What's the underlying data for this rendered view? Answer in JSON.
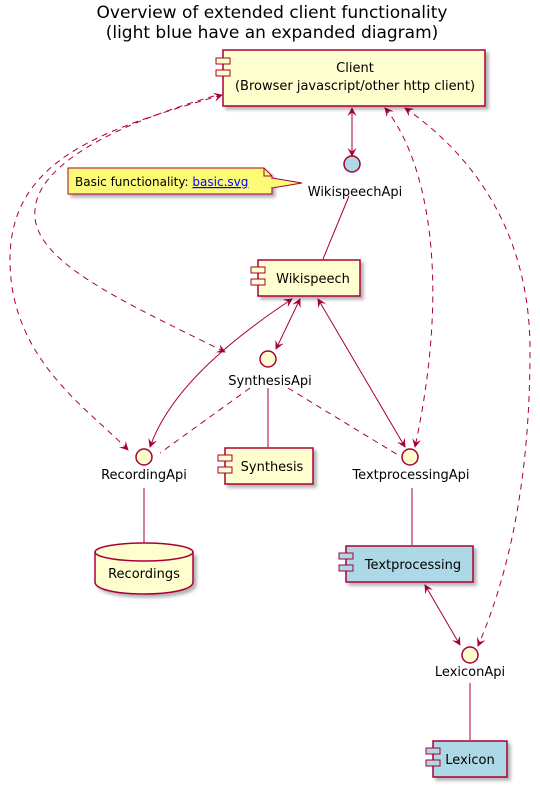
{
  "title": {
    "line1": "Overview of extended client functionality",
    "line2": "(light blue have an expanded diagram)"
  },
  "colors": {
    "component_fill": "#FEFECE",
    "expanded_fill": "#ADD8E6",
    "border": "#A80036",
    "note_fill": "#FBFB77",
    "link": "#0000FF"
  },
  "components": {
    "client_line1": "Client",
    "client_line2": "(Browser javascript/other http client)",
    "wikispeech": "Wikispeech",
    "synthesis": "Synthesis",
    "textprocessing": "Textprocessing",
    "lexicon": "Lexicon",
    "recordings": "Recordings"
  },
  "interfaces": {
    "wikispeech_api": "WikispeechApi",
    "synthesis_api": "SynthesisApi",
    "recording_api": "RecordingApi",
    "textprocessing_api": "TextprocessingApi",
    "lexicon_api": "LexiconApi"
  },
  "note": {
    "prefix": "Basic functionality: ",
    "link_text": "basic.svg"
  }
}
